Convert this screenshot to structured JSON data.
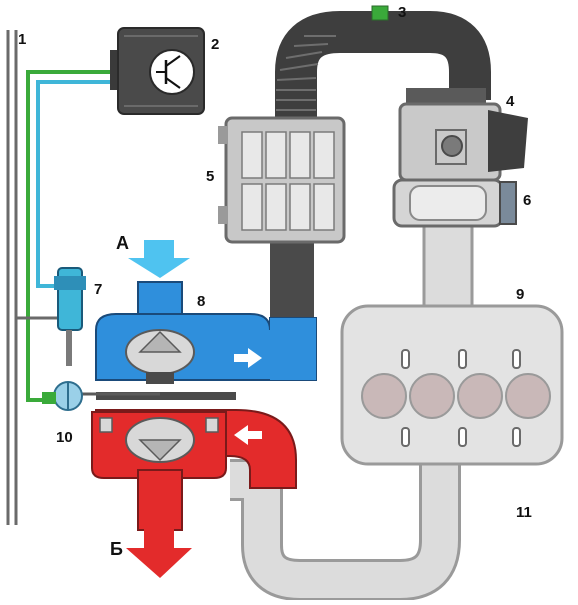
{
  "labels": {
    "l1": "1",
    "l2": "2",
    "l3": "3",
    "l4": "4",
    "l5": "5",
    "l6": "6",
    "l7": "7",
    "l8": "8",
    "l9": "9",
    "l10": "10",
    "l11": "11",
    "inlet": "А",
    "outlet": "Б"
  },
  "colors": {
    "cold_air": "#2f8fdc",
    "hot_exhaust": "#e32b2b",
    "duct_dark": "#4a4a4a",
    "pipe_light": "#d9d9d9",
    "signal_line": "#3fb6d8",
    "ground_line": "#3aaa3a",
    "flow_arrow_blue": "#4fc3f0",
    "flow_arrow_red": "#e32b2b"
  },
  "icons": [
    "transistor-icon",
    "flow-arrow-down-icon",
    "flow-arrow-right-icon",
    "flow-arrow-left-icon"
  ]
}
